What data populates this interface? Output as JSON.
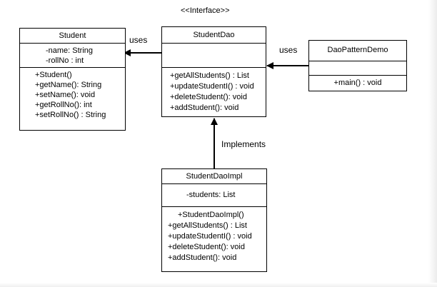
{
  "diagram": {
    "stereotype": "<<Interface>>",
    "classes": {
      "student": {
        "name": "Student",
        "attributes": [
          "-name: String",
          "-rollNo  : int"
        ],
        "methods": [
          "+Student()",
          "+getName(): String",
          "+setName():  void",
          "+getRollNo(): int",
          "+setRollNo()  : String"
        ]
      },
      "studentDao": {
        "name": "StudentDao",
        "attributes": [],
        "methods": [
          "+getAllStudents()   : List",
          "+updateStudentI()   : void",
          "+deleteStudent():  void",
          "+addStudent():  void"
        ]
      },
      "daoPatternDemo": {
        "name": "DaoPatternDemo",
        "attributes": [],
        "methods": [
          "+main()  : void"
        ]
      },
      "studentDaoImpl": {
        "name": "StudentDaoImpl",
        "attributes": [
          "-students:  List"
        ],
        "methods": [
          "+StudentDaoImpl()",
          "+getAllStudents()   : List",
          "+updateStudentI()   : void",
          "+deleteStudent():  void",
          "+addStudent():  void"
        ]
      }
    },
    "relations": {
      "uses_left": "uses",
      "uses_right": "uses",
      "implements": "Implements"
    }
  }
}
